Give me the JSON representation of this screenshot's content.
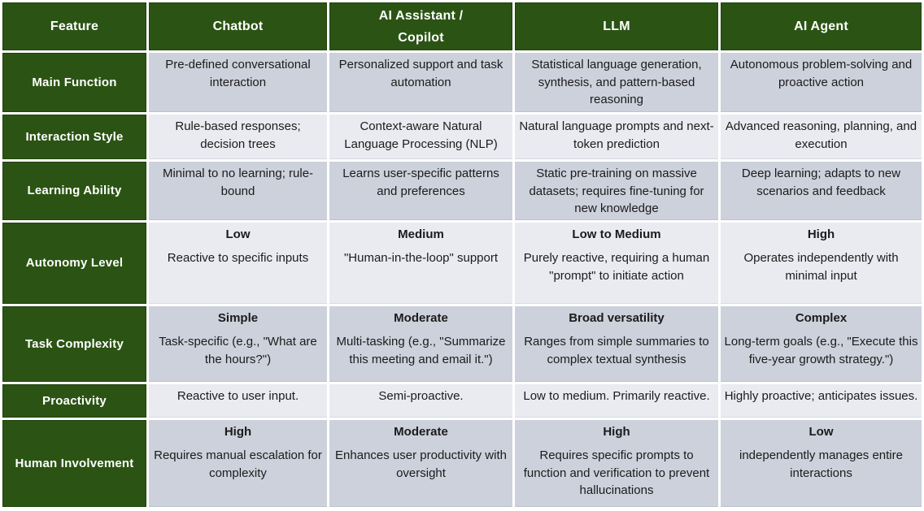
{
  "colors": {
    "header_green": "#2b5414",
    "green_border": "#1f430e",
    "row_dark": "#ccd1db",
    "row_light": "#e9ebf1",
    "text_dark": "#1b1b1b",
    "text_light": "#ffffff"
  },
  "table": {
    "columns": [
      "Feature",
      "Chatbot",
      "AI Assistant /\nCopilot",
      "LLM",
      "AI Agent"
    ],
    "rows": [
      {
        "feature": "Main Function",
        "cells": [
          {
            "desc": "Pre-defined conversational interaction"
          },
          {
            "desc": "Personalized support and task automation"
          },
          {
            "desc": "Statistical language generation, synthesis, and pattern-based reasoning"
          },
          {
            "desc": "Autonomous problem-solving and proactive action"
          }
        ]
      },
      {
        "feature": "Interaction Style",
        "cells": [
          {
            "desc": "Rule-based responses; decision trees"
          },
          {
            "desc": "Context-aware Natural Language Processing (NLP)"
          },
          {
            "desc": "Natural language prompts and next-token prediction"
          },
          {
            "desc": "Advanced reasoning, planning, and execution"
          }
        ]
      },
      {
        "feature": "Learning Ability",
        "cells": [
          {
            "desc": "Minimal to no learning; rule-bound"
          },
          {
            "desc": "Learns user-specific patterns and preferences"
          },
          {
            "desc": "Static pre-training on massive datasets; requires fine-tuning for new knowledge"
          },
          {
            "desc": "Deep learning; adapts to new scenarios and feedback"
          }
        ]
      },
      {
        "feature": "Autonomy Level",
        "cells": [
          {
            "label": "Low",
            "desc": "Reactive to specific inputs"
          },
          {
            "label": "Medium",
            "desc": "\"Human-in-the-loop\" support"
          },
          {
            "label": "Low to Medium",
            "desc": "Purely reactive, requiring a human \"prompt\" to initiate action"
          },
          {
            "label": "High",
            "desc": "Operates independently with minimal input"
          }
        ]
      },
      {
        "feature": "Task Complexity",
        "cells": [
          {
            "label": "Simple",
            "desc": "Task-specific (e.g., \"What are the hours?\")"
          },
          {
            "label": "Moderate",
            "desc": "Multi-tasking (e.g., \"Summarize this meeting and email it.\")"
          },
          {
            "label": "Broad versatility",
            "desc": "Ranges from simple summaries to complex textual synthesis"
          },
          {
            "label": "Complex",
            "desc": "Long-term goals (e.g., \"Execute this five-year growth strategy.\")"
          }
        ]
      },
      {
        "feature": "Proactivity",
        "cells": [
          {
            "desc": "Reactive to user input."
          },
          {
            "desc": "Semi-proactive."
          },
          {
            "desc": "Low to medium. Primarily reactive."
          },
          {
            "desc": "Highly proactive; anticipates issues."
          }
        ]
      },
      {
        "feature": "Human Involvement",
        "cells": [
          {
            "label": "High",
            "desc": "Requires manual escalation for complexity"
          },
          {
            "label": "Moderate",
            "desc": "Enhances user productivity with oversight"
          },
          {
            "label": "High",
            "desc": "Requires specific prompts to function and verification to prevent hallucinations"
          },
          {
            "label": "Low",
            "desc": "independently manages entire interactions"
          }
        ]
      }
    ]
  }
}
